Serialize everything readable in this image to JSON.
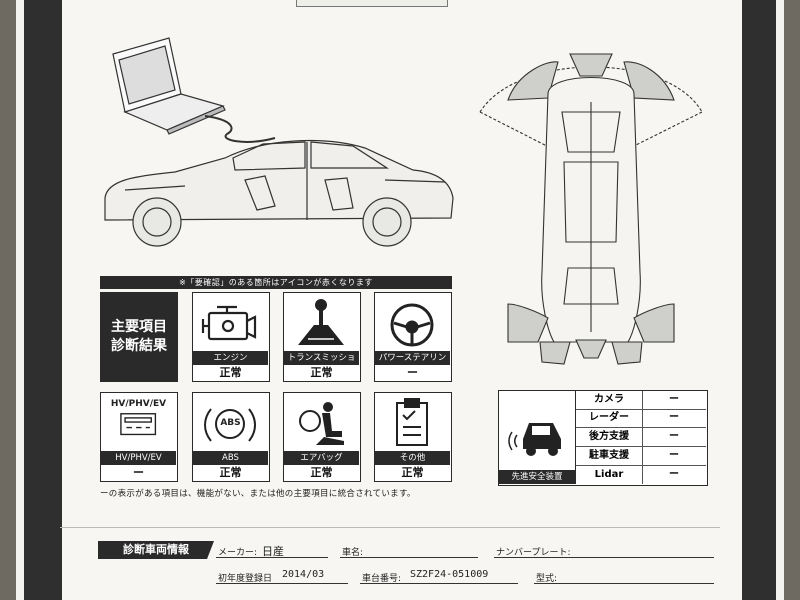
{
  "notice": "※「要確認」のある箇所はアイコンが赤くなります",
  "main_title": {
    "line1": "主要項目",
    "line2": "診断結果"
  },
  "tiles": [
    {
      "name": "エンジン",
      "value": "正常",
      "icon": "engine-icon"
    },
    {
      "name": "トランスミッション",
      "value": "正常",
      "icon": "gear-shift-icon"
    },
    {
      "name": "パワーステアリング",
      "value": "ー",
      "icon": "steering-wheel-icon"
    },
    {
      "label": "HV/PHV/EV",
      "name": "HV/PHV/EV",
      "value": "ー",
      "icon": "battery-icon"
    },
    {
      "badge": "ABS",
      "name": "ABS",
      "value": "正常",
      "icon": "abs-icon"
    },
    {
      "name": "エアバッグ",
      "value": "正常",
      "icon": "airbag-icon"
    },
    {
      "name": "その他",
      "value": "正常",
      "icon": "clipboard-icon"
    }
  ],
  "footnote": "ーの表示がある項目は、機能がない、または他の主要項目に統合されています。",
  "adas": {
    "title": "先進安全装置",
    "icon": "car-sensor-icon",
    "rows": [
      {
        "name": "カメラ",
        "value": "ー"
      },
      {
        "name": "レーダー",
        "value": "ー"
      },
      {
        "name": "後方支援",
        "value": "ー"
      },
      {
        "name": "駐車支援",
        "value": "ー"
      },
      {
        "name": "Lidar",
        "value": "ー"
      }
    ]
  },
  "vehicle_info": {
    "heading": "診断車両情報",
    "maker_label": "メーカー:",
    "maker": "日産",
    "model_label": "車名:",
    "model": "",
    "plate_label": "ナンバープレート:",
    "plate": "",
    "first_reg_label": "初年度登録日",
    "first_reg": "2014/03",
    "chassis_label": "車台番号:",
    "chassis": "SZ2F24-051009",
    "type_label": "型式:",
    "type": ""
  },
  "colors": {
    "dark": "#2a2a2a",
    "paper": "#f7f6f2",
    "band": "#2f2f2f"
  }
}
